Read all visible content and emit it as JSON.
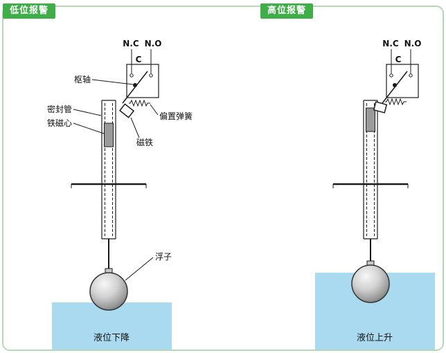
{
  "colors": {
    "header_bg": "#3fae49",
    "header_text": "#ffffff",
    "frame_border": "#b7d8b7",
    "water": "#a9daf0",
    "line": "#1a1a1a",
    "core_fill": "#9a9a9a"
  },
  "panel_low": {
    "title": "低位报警",
    "switch": {
      "nc_label": "N.C",
      "no_label": "N.O",
      "c_label": "C"
    },
    "labels": {
      "pivot": "枢轴",
      "sealed_tube": "密封管",
      "iron_core": "铁磁心",
      "bias_spring": "偏置弹簧",
      "magnet": "磁铁",
      "float": "浮子"
    },
    "caption": "液位下降"
  },
  "panel_high": {
    "title": "高位报警",
    "switch": {
      "nc_label": "N.C",
      "no_label": "N.O",
      "c_label": "C"
    },
    "caption": "液位上升"
  }
}
